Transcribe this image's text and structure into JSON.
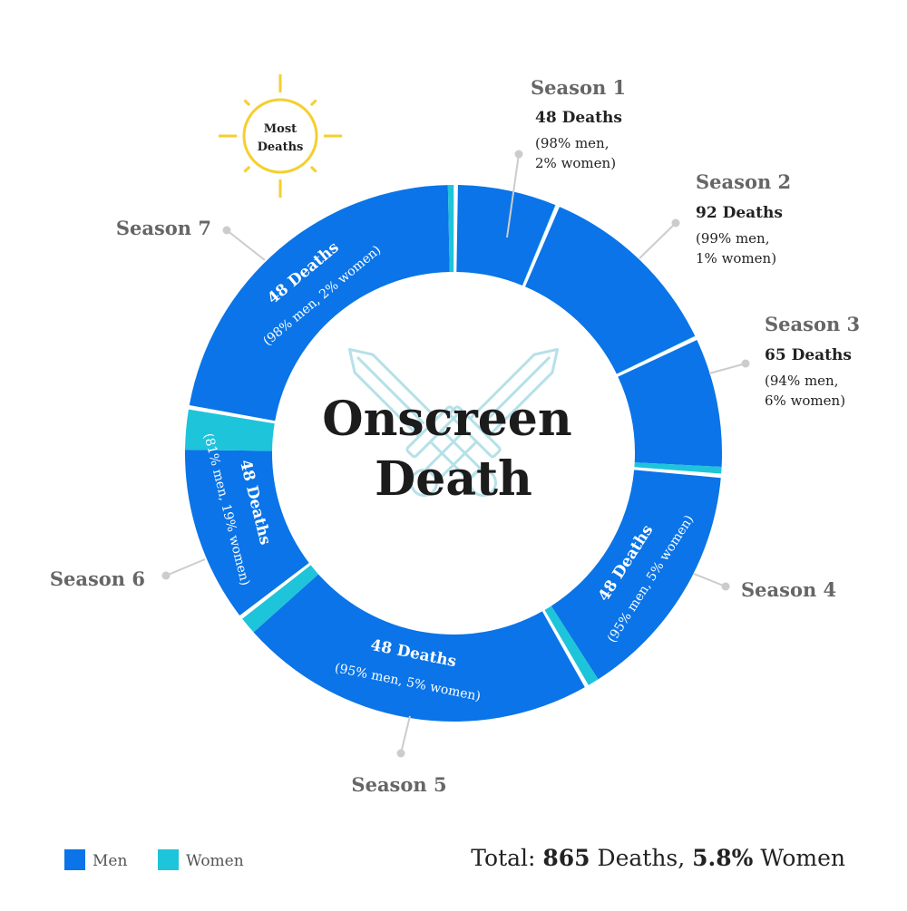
{
  "chart_data": {
    "type": "pie",
    "title": "Onscreen Death",
    "title_lines": [
      "Onscreen",
      "Death"
    ],
    "series_names": {
      "men": "Men",
      "women": "Women"
    },
    "categories": [
      "Season 1",
      "Season 2",
      "Season 3",
      "Season 4",
      "Season 5",
      "Season 6",
      "Season 7"
    ],
    "slices": [
      {
        "season": "Season 1",
        "deaths": 48,
        "men_pct": 98,
        "women_pct": 2,
        "deaths_label": "48 Deaths",
        "split_label": "(98% men, 2% women)",
        "split_lines": [
          "(98% men,",
          "2% women)"
        ],
        "label_inside": false
      },
      {
        "season": "Season 2",
        "deaths": 92,
        "men_pct": 99,
        "women_pct": 1,
        "deaths_label": "92 Deaths",
        "split_label": "(99% men, 1% women)",
        "split_lines": [
          "(99% men,",
          "1% women)"
        ],
        "label_inside": false
      },
      {
        "season": "Season 3",
        "deaths": 65,
        "men_pct": 94,
        "women_pct": 6,
        "deaths_label": "65 Deaths",
        "split_label": "(94% men, 6% women)",
        "split_lines": [
          "(94% men,",
          "6% women)"
        ],
        "label_inside": false
      },
      {
        "season": "Season 4",
        "deaths": 48,
        "men_pct": 95,
        "women_pct": 5,
        "deaths_label": "48 Deaths",
        "split_label": "(95% men, 5% women)",
        "label_inside": true
      },
      {
        "season": "Season 5",
        "deaths": 48,
        "men_pct": 95,
        "women_pct": 5,
        "deaths_label": "48 Deaths",
        "split_label": "(95% men, 5% women)",
        "label_inside": true
      },
      {
        "season": "Season 6",
        "deaths": 48,
        "men_pct": 81,
        "women_pct": 19,
        "deaths_label": "48 Deaths",
        "split_label": "(81% men, 19% women)",
        "label_inside": true
      },
      {
        "season": "Season 7",
        "deaths": 48,
        "men_pct": 98,
        "women_pct": 2,
        "deaths_label": "48 Deaths",
        "split_label": "(98% men, 2% women)",
        "label_inside": true
      }
    ],
    "slice_share_pct": [
      6.2,
      11.6,
      8.4,
      15.4,
      22.8,
      13.2,
      22.4
    ],
    "highlight": {
      "season": "Season 7",
      "badge_lines": [
        "Most",
        "Deaths"
      ]
    },
    "colors": {
      "men": "#0a74e8",
      "women": "#1ec4da",
      "separator": "#ffffff",
      "leader": "#cccccc",
      "badge": "#f5cf2e",
      "swords": "#b5e1e8"
    },
    "legend": {
      "position": "bottom-left",
      "entries": [
        "Men",
        "Women"
      ]
    },
    "total": {
      "prefix": "Total: ",
      "deaths_number": "865",
      "deaths_word": " Deaths, ",
      "women_pct": "5.8%",
      "women_word": " Women"
    }
  }
}
